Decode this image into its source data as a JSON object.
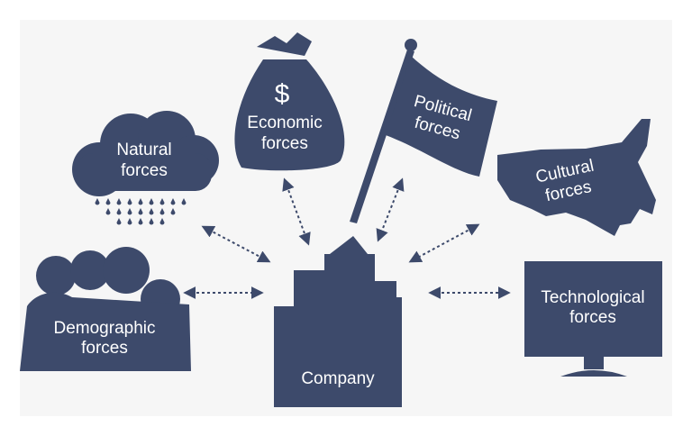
{
  "diagram": {
    "colors": {
      "shape": "#3d4a6b",
      "text": "#ffffff",
      "background": "#f6f6f6"
    },
    "center": {
      "label": "Company"
    },
    "forces": [
      {
        "id": "natural",
        "line1": "Natural",
        "line2": "forces",
        "icon": "rain-cloud-icon"
      },
      {
        "id": "economic",
        "line1": "Economic",
        "line2": "forces",
        "icon": "money-bag-icon",
        "symbol": "$"
      },
      {
        "id": "political",
        "line1": "Political",
        "line2": "forces",
        "icon": "flag-icon"
      },
      {
        "id": "cultural",
        "line1": "Cultural",
        "line2": "forces",
        "icon": "usa-map-icon"
      },
      {
        "id": "demographic",
        "line1": "Demographic",
        "line2": "forces",
        "icon": "people-group-icon"
      },
      {
        "id": "technological",
        "line1": "Technological",
        "line2": "forces",
        "icon": "monitor-icon"
      }
    ]
  }
}
